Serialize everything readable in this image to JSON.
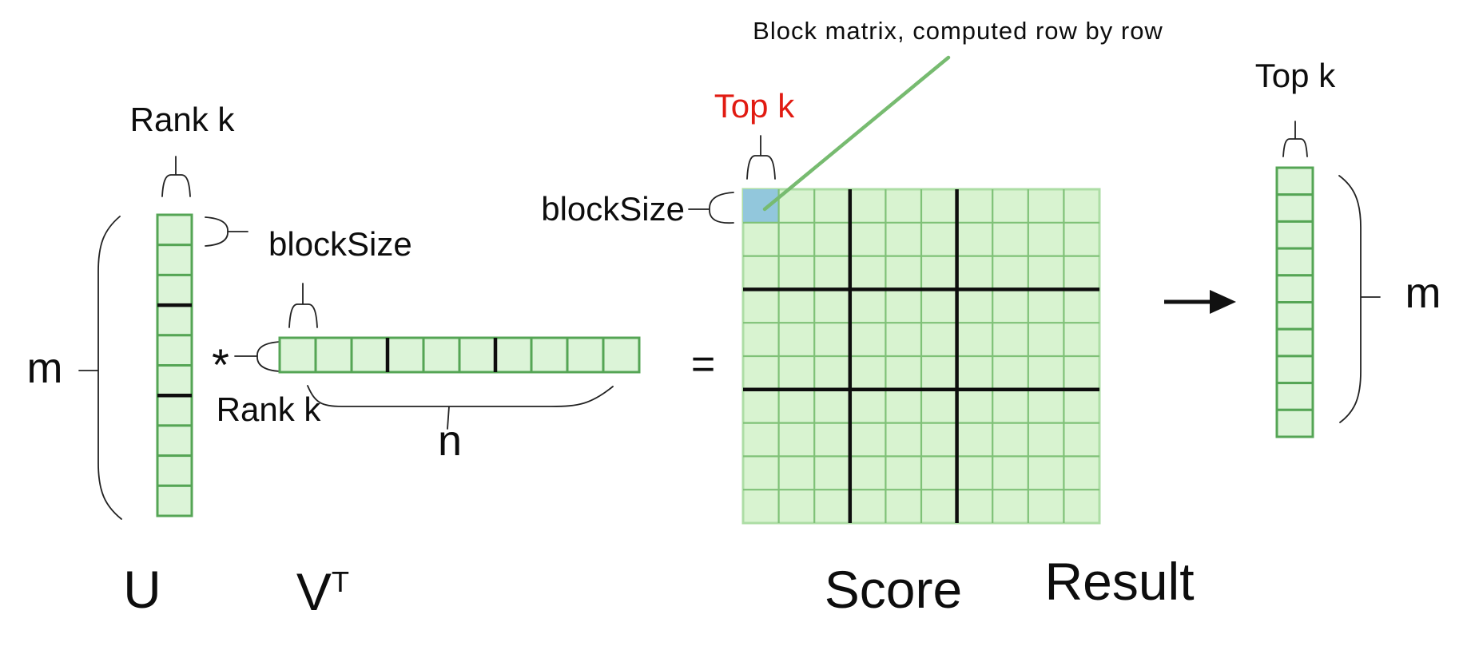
{
  "annotation": {
    "label": "Block matrix, computed row by row"
  },
  "labels": {
    "rank_k_u": "Rank k",
    "block_size_u": "blockSize",
    "m_left": "m",
    "multiply": "*",
    "rank_k_v": "Rank k",
    "n": "n",
    "equals": "=",
    "top_k_score": "Top k",
    "block_size_score": "blockSize",
    "top_k_result": "Top k",
    "m_right": "m"
  },
  "titles": {
    "u": "U",
    "v_base": "V",
    "v_sup": "T",
    "score": "Score",
    "result": "Result"
  },
  "matrices": {
    "u": {
      "rows": 10,
      "cols": 1,
      "block_lines_after": [
        3,
        6
      ]
    },
    "vt": {
      "rows": 1,
      "cols": 10,
      "block_lines_after": [
        3,
        6
      ]
    },
    "score": {
      "rows": 10,
      "cols": 10,
      "block_lines_after_rows": [
        3,
        6
      ],
      "block_lines_after_cols": [
        3,
        6
      ],
      "highlight_cell": {
        "row": 0,
        "col": 0
      }
    },
    "result": {
      "rows": 10,
      "cols": 1,
      "block_lines_after": []
    }
  },
  "colors": {
    "cell_fill": "#dcf4d8",
    "cell_stroke": "#55a555",
    "score_fill": "#d8f3d0",
    "score_grid": "#7fc177",
    "score_outline": "#addda5",
    "block_line": "#0d0d0d",
    "highlight_fill": "#92c7dc",
    "annotation_green": "#77bb70",
    "top_k_red": "#e11b12",
    "ink": "#222222"
  }
}
